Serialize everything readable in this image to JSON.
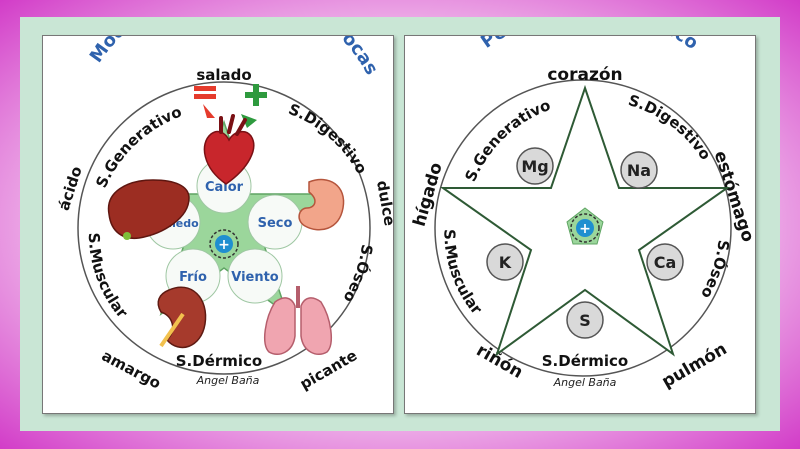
{
  "colors": {
    "frame": "#d23cc8",
    "background": "#c9e6d5",
    "title": "#2f62ad",
    "star": "#2e5a35",
    "star_fill": "#8fd08f"
  },
  "left_panel": {
    "title": "Modos de influencias recíprocas",
    "flavors": {
      "top": "salado",
      "right": "dulce",
      "bottom_right": "picante",
      "bottom_left": "amargo",
      "left": "ácido"
    },
    "systems": {
      "generativo": "S.Generativo",
      "digestivo": "S.Digestivo",
      "oseo": "S.Óseo",
      "dermico": "S.Dérmico",
      "muscular": "S.Muscular"
    },
    "signs": {
      "minus": "−",
      "plus": "+"
    },
    "inner": {
      "calor": "Calor",
      "humedo": "Húmedo",
      "seco": "Seco",
      "frio": "Frío",
      "viento": "Viento",
      "center_symbol": "+"
    },
    "organ_icons": [
      "heart-icon",
      "liver-icon",
      "stomach-icon",
      "kidney-icon",
      "lungs-icon"
    ],
    "signature": "Angel Baña"
  },
  "right_panel": {
    "title": "Pentagrama Orgánico",
    "organs": {
      "top": "corazón",
      "right": "estómago",
      "bottom_right": "pulmón",
      "bottom_left": "riñón",
      "left": "hígado"
    },
    "systems": {
      "generativo": "S.Generativo",
      "digestivo": "S.Digestivo",
      "oseo": "S.Óseo",
      "dermico": "S.Dérmico",
      "muscular": "S.Muscular"
    },
    "minerals": {
      "mg": "Mg",
      "na": "Na",
      "ca": "Ca",
      "s": "S",
      "k": "K"
    },
    "center_symbol": "+",
    "signature": "Angel Baña"
  }
}
